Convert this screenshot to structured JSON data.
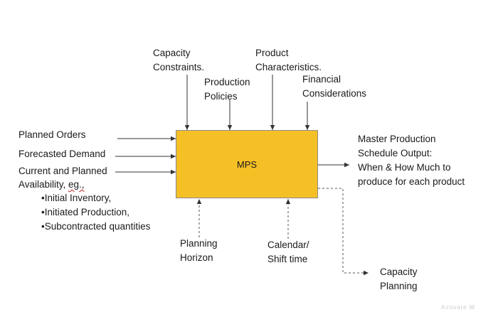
{
  "center_box": {
    "label": "MPS",
    "fill": "#f5c026"
  },
  "top_inputs": {
    "capacity": [
      "Capacity",
      "Constraints."
    ],
    "production": [
      "Production",
      "Policies"
    ],
    "product": [
      "Product",
      "Characteristics."
    ],
    "financial": [
      "Financial",
      "Considerations"
    ]
  },
  "left_inputs": {
    "planned_orders": "Planned Orders",
    "forecasted_demand": "Forecasted Demand",
    "current_planned": "Current and Planned",
    "availability": "Availability, ",
    "availability_eg": "eg.,",
    "bullets": [
      "•Initial Inventory,",
      "•Initiated Production,",
      "•Subcontracted quantities"
    ]
  },
  "bottom_inputs": {
    "planning_horizon": [
      "Planning",
      "Horizon"
    ],
    "calendar": [
      "Calendar/",
      "Shift time"
    ]
  },
  "outputs": {
    "master": [
      "Master Production",
      "Schedule Output:",
      "When & How Much to",
      "produce for each product"
    ],
    "capacity_planning": [
      "Capacity",
      "Planning"
    ]
  },
  "watermark": "Activate W"
}
